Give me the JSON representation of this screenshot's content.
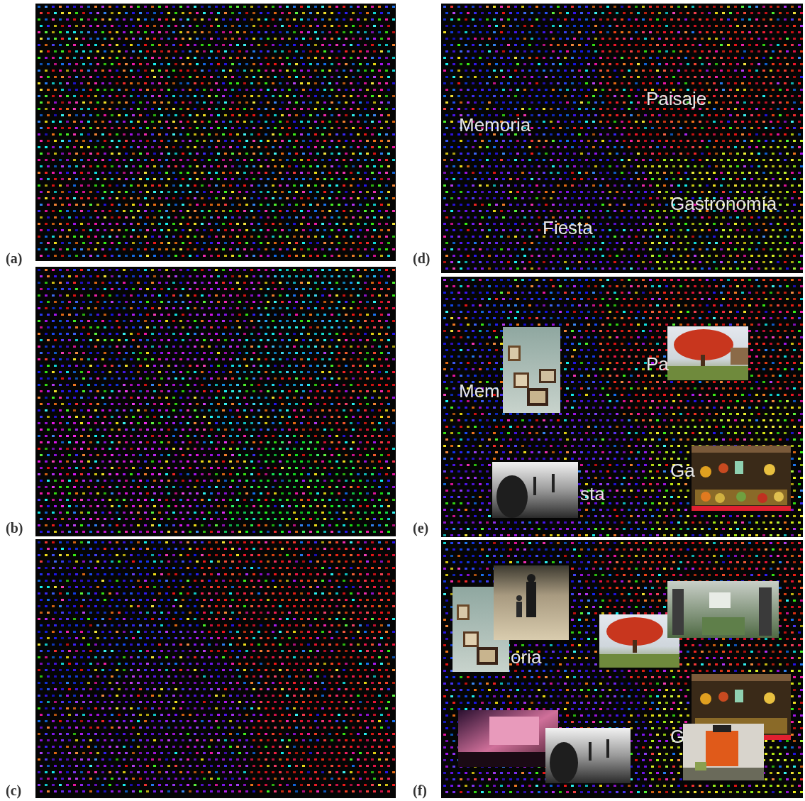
{
  "diagram": {
    "labels": [
      "(a)",
      "(b)",
      "(c)",
      "Paisaje",
      "Memoria",
      "Gastronomía",
      "Fiesta",
      "(d)",
      "Mem",
      "Pa",
      "Ga",
      "sta",
      "(e)",
      "oria",
      "G",
      "(f)"
    ]
  }
}
